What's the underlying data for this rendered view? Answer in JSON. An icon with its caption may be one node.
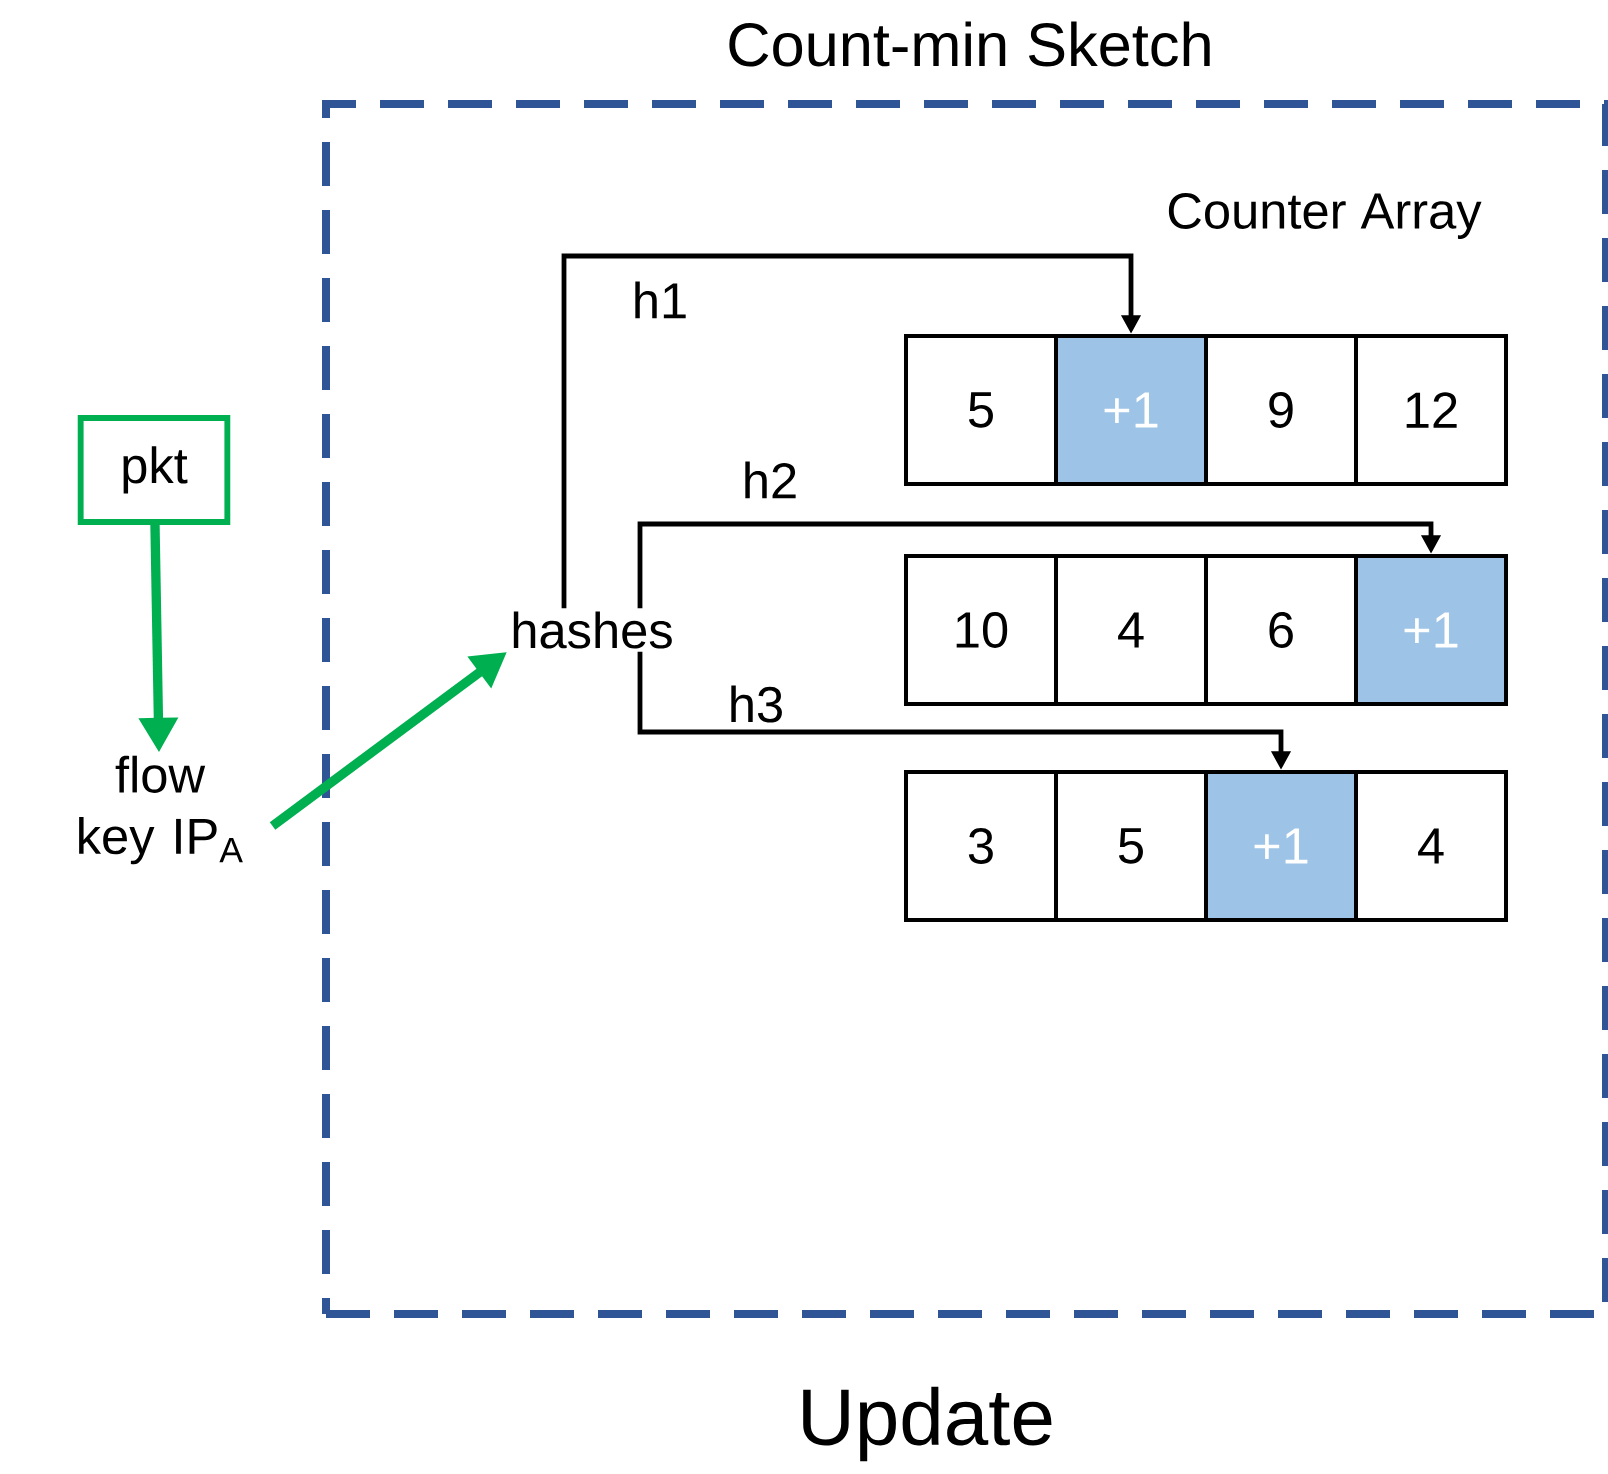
{
  "diagram": {
    "nodes": [
      {
        "text": [
          "Count-min Sketch"
        ]
      },
      {
        "text": [
          "pkt"
        ]
      },
      {
        "text": [
          "flow key IP$_{A}$"
        ]
      },
      {
        "text": [
          "hashes"
        ],
        "in": 0
      },
      {
        "text": [
          "5"
        ],
        "in": 0
      },
      {
        "text": [
          "+1"
        ],
        "in": 0
      },
      {
        "text": [
          "9"
        ],
        "in": 0
      },
      {
        "text": [
          "12"
        ],
        "in": 0
      },
      {
        "text": [
          "10"
        ],
        "in": 0
      },
      {
        "text": [
          "4"
        ],
        "in": 0
      },
      {
        "text": [
          "6"
        ],
        "in": 0
      },
      {
        "text": [
          "+1"
        ],
        "in": 0
      },
      {
        "text": [
          "3"
        ],
        "in": 0
      },
      {
        "text": [
          "5"
        ],
        "in": 0
      },
      {
        "text": [
          "+1"
        ],
        "in": 0
      },
      {
        "text": [
          "4"
        ],
        "in": 0
      }
    ],
    "edges": [
      {
        "from": 1,
        "to": 2,
        "arrow": "to",
        "style": "thick",
        "color": "#00b050"
      },
      {
        "from": 2,
        "to": 3,
        "arrow": "to",
        "style": "thick",
        "color": "#00b050"
      },
      {
        "from": 3,
        "to": 5,
        "arrow": "to",
        "label": "h1"
      },
      {
        "from": 3,
        "to": 11,
        "arrow": "to",
        "label": "h2"
      },
      {
        "from": 3,
        "to": 14,
        "arrow": "to",
        "label": "h3"
      }
    ],
    "labels": [
      "Counter Array"
    ],
    "caption": "Update"
  }
}
